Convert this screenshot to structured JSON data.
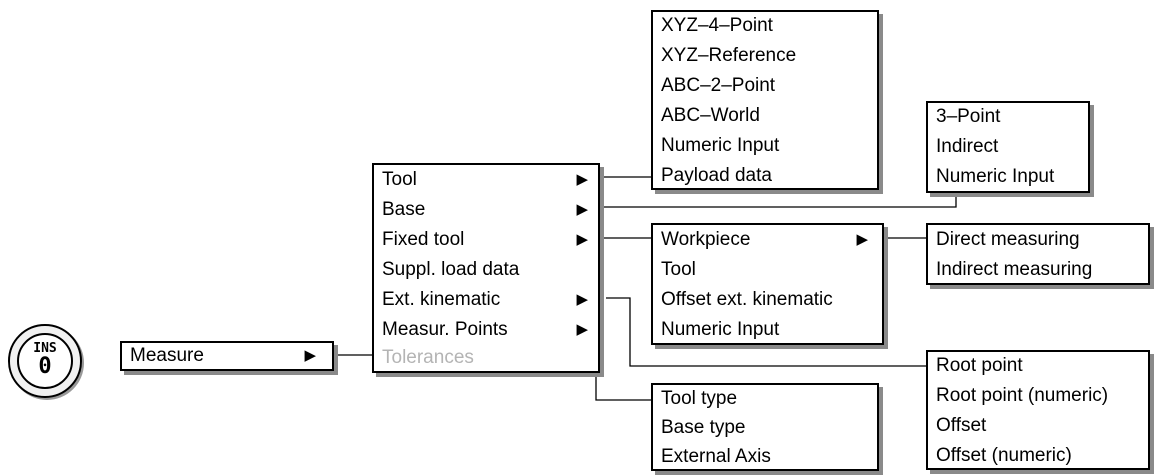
{
  "ins_key": {
    "top_label": "INS",
    "number": "0"
  },
  "measure_menu": {
    "label": "Measure",
    "arrow": "▶"
  },
  "main_menu": {
    "items": [
      {
        "label": "Tool",
        "arrow": "▶"
      },
      {
        "label": "Base",
        "arrow": "▶"
      },
      {
        "label": "Fixed tool",
        "arrow": "▶"
      },
      {
        "label": "Suppl. load data",
        "arrow": ""
      },
      {
        "label": "Ext. kinematic",
        "arrow": "▶"
      },
      {
        "label": "Measur. Points",
        "arrow": "▶"
      },
      {
        "label": "Tolerances",
        "arrow": "",
        "disabled": true
      }
    ]
  },
  "tool_submenu": {
    "items": [
      "XYZ–4–Point",
      "XYZ–Reference",
      "ABC–2–Point",
      "ABC–World",
      "Numeric Input",
      "Payload data"
    ]
  },
  "base_submenu": {
    "items": [
      "3–Point",
      "Indirect",
      "Numeric Input"
    ]
  },
  "fixed_tool_submenu": {
    "items": [
      {
        "label": "Workpiece",
        "arrow": "▶"
      },
      {
        "label": "Tool",
        "arrow": ""
      },
      {
        "label": "Offset ext. kinematic",
        "arrow": ""
      },
      {
        "label": "Numeric Input",
        "arrow": ""
      }
    ]
  },
  "workpiece_submenu": {
    "items": [
      "Direct measuring",
      "Indirect measuring"
    ]
  },
  "ext_kinematic_submenu": {
    "items": [
      "Root point",
      "Root point (numeric)",
      "Offset",
      "Offset (numeric)"
    ]
  },
  "measur_points_submenu": {
    "items": [
      "Tool type",
      "Base type",
      "External Axis"
    ]
  }
}
